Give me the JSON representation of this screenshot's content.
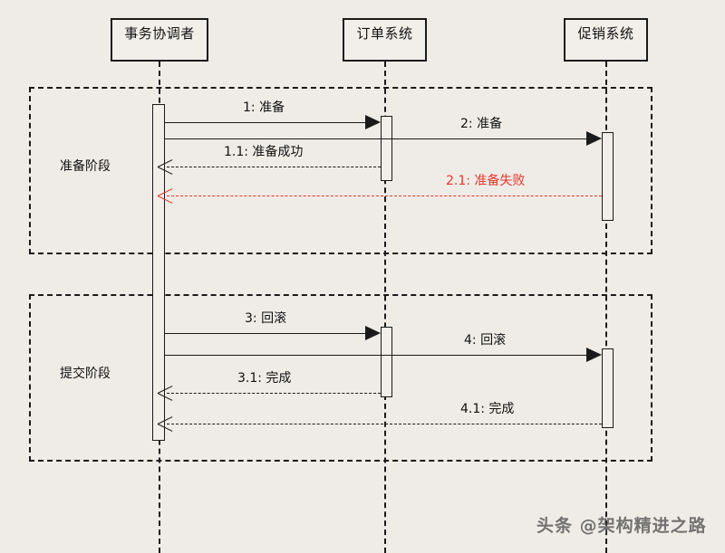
{
  "diagram": {
    "type": "uml-sequence-diagram",
    "background_color": "#efece7",
    "participants": [
      {
        "id": "coordinator",
        "label": "事务协调者"
      },
      {
        "id": "order",
        "label": "订单系统"
      },
      {
        "id": "promotion",
        "label": "促销系统"
      }
    ],
    "phases": [
      {
        "id": "prepare",
        "label": "准备阶段"
      },
      {
        "id": "commit",
        "label": "提交阶段"
      }
    ],
    "messages": [
      {
        "id": "m1",
        "label": "1: 准备",
        "from": "coordinator",
        "to": "order",
        "style": "solid",
        "color": "#1a1a1a"
      },
      {
        "id": "m2",
        "label": "2: 准备",
        "from": "coordinator",
        "to": "promotion",
        "style": "solid",
        "color": "#1a1a1a"
      },
      {
        "id": "m11",
        "label": "1.1: 准备成功",
        "from": "order",
        "to": "coordinator",
        "style": "dashed",
        "color": "#1a1a1a"
      },
      {
        "id": "m21",
        "label": "2.1: 准备失败",
        "from": "promotion",
        "to": "coordinator",
        "style": "dashed",
        "color": "#e8342a"
      },
      {
        "id": "m3",
        "label": "3: 回滚",
        "from": "coordinator",
        "to": "order",
        "style": "solid",
        "color": "#1a1a1a"
      },
      {
        "id": "m4",
        "label": "4: 回滚",
        "from": "coordinator",
        "to": "promotion",
        "style": "solid",
        "color": "#1a1a1a"
      },
      {
        "id": "m31",
        "label": "3.1: 完成",
        "from": "order",
        "to": "coordinator",
        "style": "dashed",
        "color": "#1a1a1a"
      },
      {
        "id": "m41",
        "label": "4.1: 完成",
        "from": "promotion",
        "to": "coordinator",
        "style": "dashed",
        "color": "#1a1a1a"
      }
    ],
    "watermark": "头条 @架构精进之路"
  }
}
